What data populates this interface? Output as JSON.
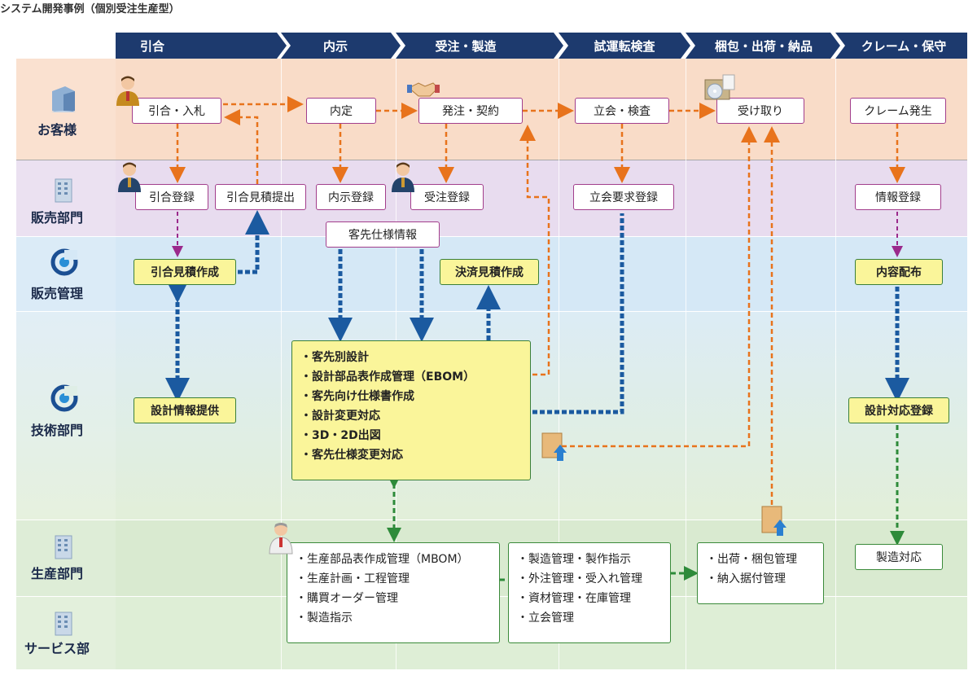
{
  "title": "システム開発事例（個別受注生産型）",
  "phases": [
    "引合",
    "内示",
    "受注・製造",
    "試運転検査",
    "梱包・出荷・納品",
    "クレーム・保守"
  ],
  "lanes": [
    "お客様",
    "販売部門",
    "販売管理",
    "技術部門",
    "生産部門",
    "サービス部"
  ],
  "customer": {
    "inquiry_bid": "引合・入札",
    "naitei": "内定",
    "order_contract": "発注・契約",
    "inspection": "立会・検査",
    "receipt": "受け取り",
    "claim": "クレーム発生"
  },
  "sales": {
    "inquiry_reg": "引合登録",
    "inquiry_estimate_submit": "引合見積提出",
    "naiji_reg": "内示登録",
    "order_reg": "受注登録",
    "inspection_request_reg": "立会要求登録",
    "info_reg": "情報登録",
    "customer_spec_info": "客先仕様情報"
  },
  "sales_mgmt": {
    "inquiry_estimate": "引合見積作成",
    "settlement_estimate": "決済見積作成",
    "content_distribution": "内容配布"
  },
  "engineering": {
    "design_info": "設計情報提供",
    "design_reg": "設計対応登録",
    "items": [
      "客先別設計",
      "設計部品表作成管理（EBOM）",
      "客先向け仕様書作成",
      "設計変更対応",
      "3D・2D出図",
      "客先仕様変更対応"
    ]
  },
  "production": {
    "mbom_items": [
      "生産部品表作成管理（MBOM）",
      "生産計画・工程管理",
      "購買オーダー管理",
      "製造指示"
    ],
    "mfg_items": [
      "製造管理・製作指示",
      "外注管理・受入れ管理",
      "資材管理・在庫管理",
      "立会管理"
    ],
    "ship_items": [
      "出荷・梱包管理",
      "納入据付管理"
    ],
    "mfg_response": "製造対応"
  },
  "colors": {
    "header": "#1d3a6e",
    "orange_arrow": "#e8731c",
    "blue_arrow": "#1b5aa0",
    "green_arrow": "#2e8b3a",
    "purple_arrow": "#9b2a8c"
  }
}
